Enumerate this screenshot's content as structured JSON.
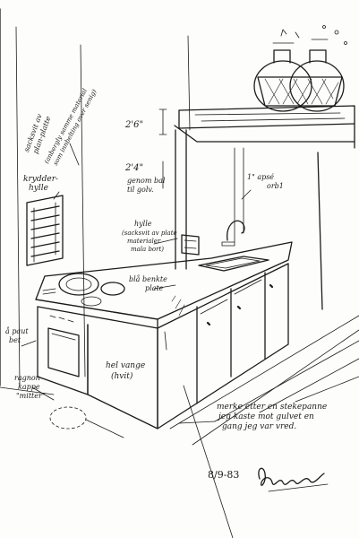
{
  "sketch": {
    "colors": {
      "ink": "#1b1b1b",
      "paper": "#fdfdfb"
    },
    "annotations": {
      "dim_top": "2'6\"",
      "dim_mid": "2'4\"",
      "dim_mid_sub1": "genom bal",
      "dim_mid_sub2": "til golv.",
      "lamp_note1": "1\" apsé",
      "lamp_note2": "orb1",
      "rack_note1": "krydder-",
      "rack_note2": "hylle",
      "side_note1": "sacksvit av",
      "side_note2": "plan-platte",
      "side_note3": "(anbergly samme material",
      "side_note4": "som innbelting over senig)",
      "shelf_note1": "hylle",
      "shelf_note2": "(sacksvit av plate",
      "shelf_note3": "materialer",
      "shelf_note4": "mala bort)",
      "counter_note1": "blå benkte",
      "counter_note2": "plate",
      "left_note1": "å paut",
      "left_note2": "bet",
      "right_wall1": "hel vange",
      "right_wall2": "(hvit)",
      "bottom_left1": "ragnon-",
      "bottom_left2": "kappe",
      "bottom_left3": "\"mitter\"",
      "footnote1": "merke etter en stekepanne",
      "footnote2": "jeg kaste mot gulvet en",
      "footnote3": "gang jeg var vred.",
      "date": "8/9-83"
    }
  }
}
